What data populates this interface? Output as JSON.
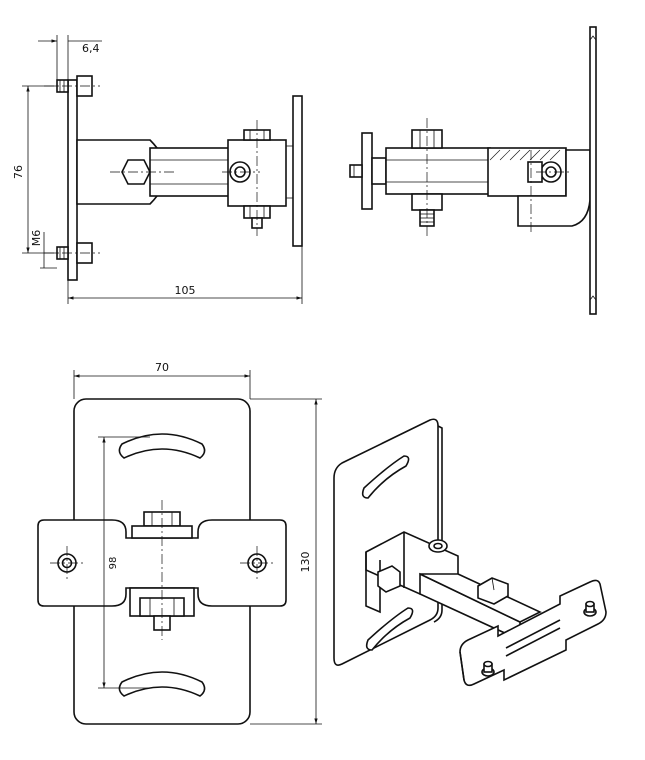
{
  "dimensions": {
    "bolt_offset": "6,4",
    "hole_spacing": "76",
    "thread": "M6",
    "depth": "105",
    "plate_width": "70",
    "plate_height": "130",
    "slot_spacing": "98"
  },
  "views": [
    "side-view",
    "side-view-extended",
    "front-view",
    "isometric-view"
  ]
}
